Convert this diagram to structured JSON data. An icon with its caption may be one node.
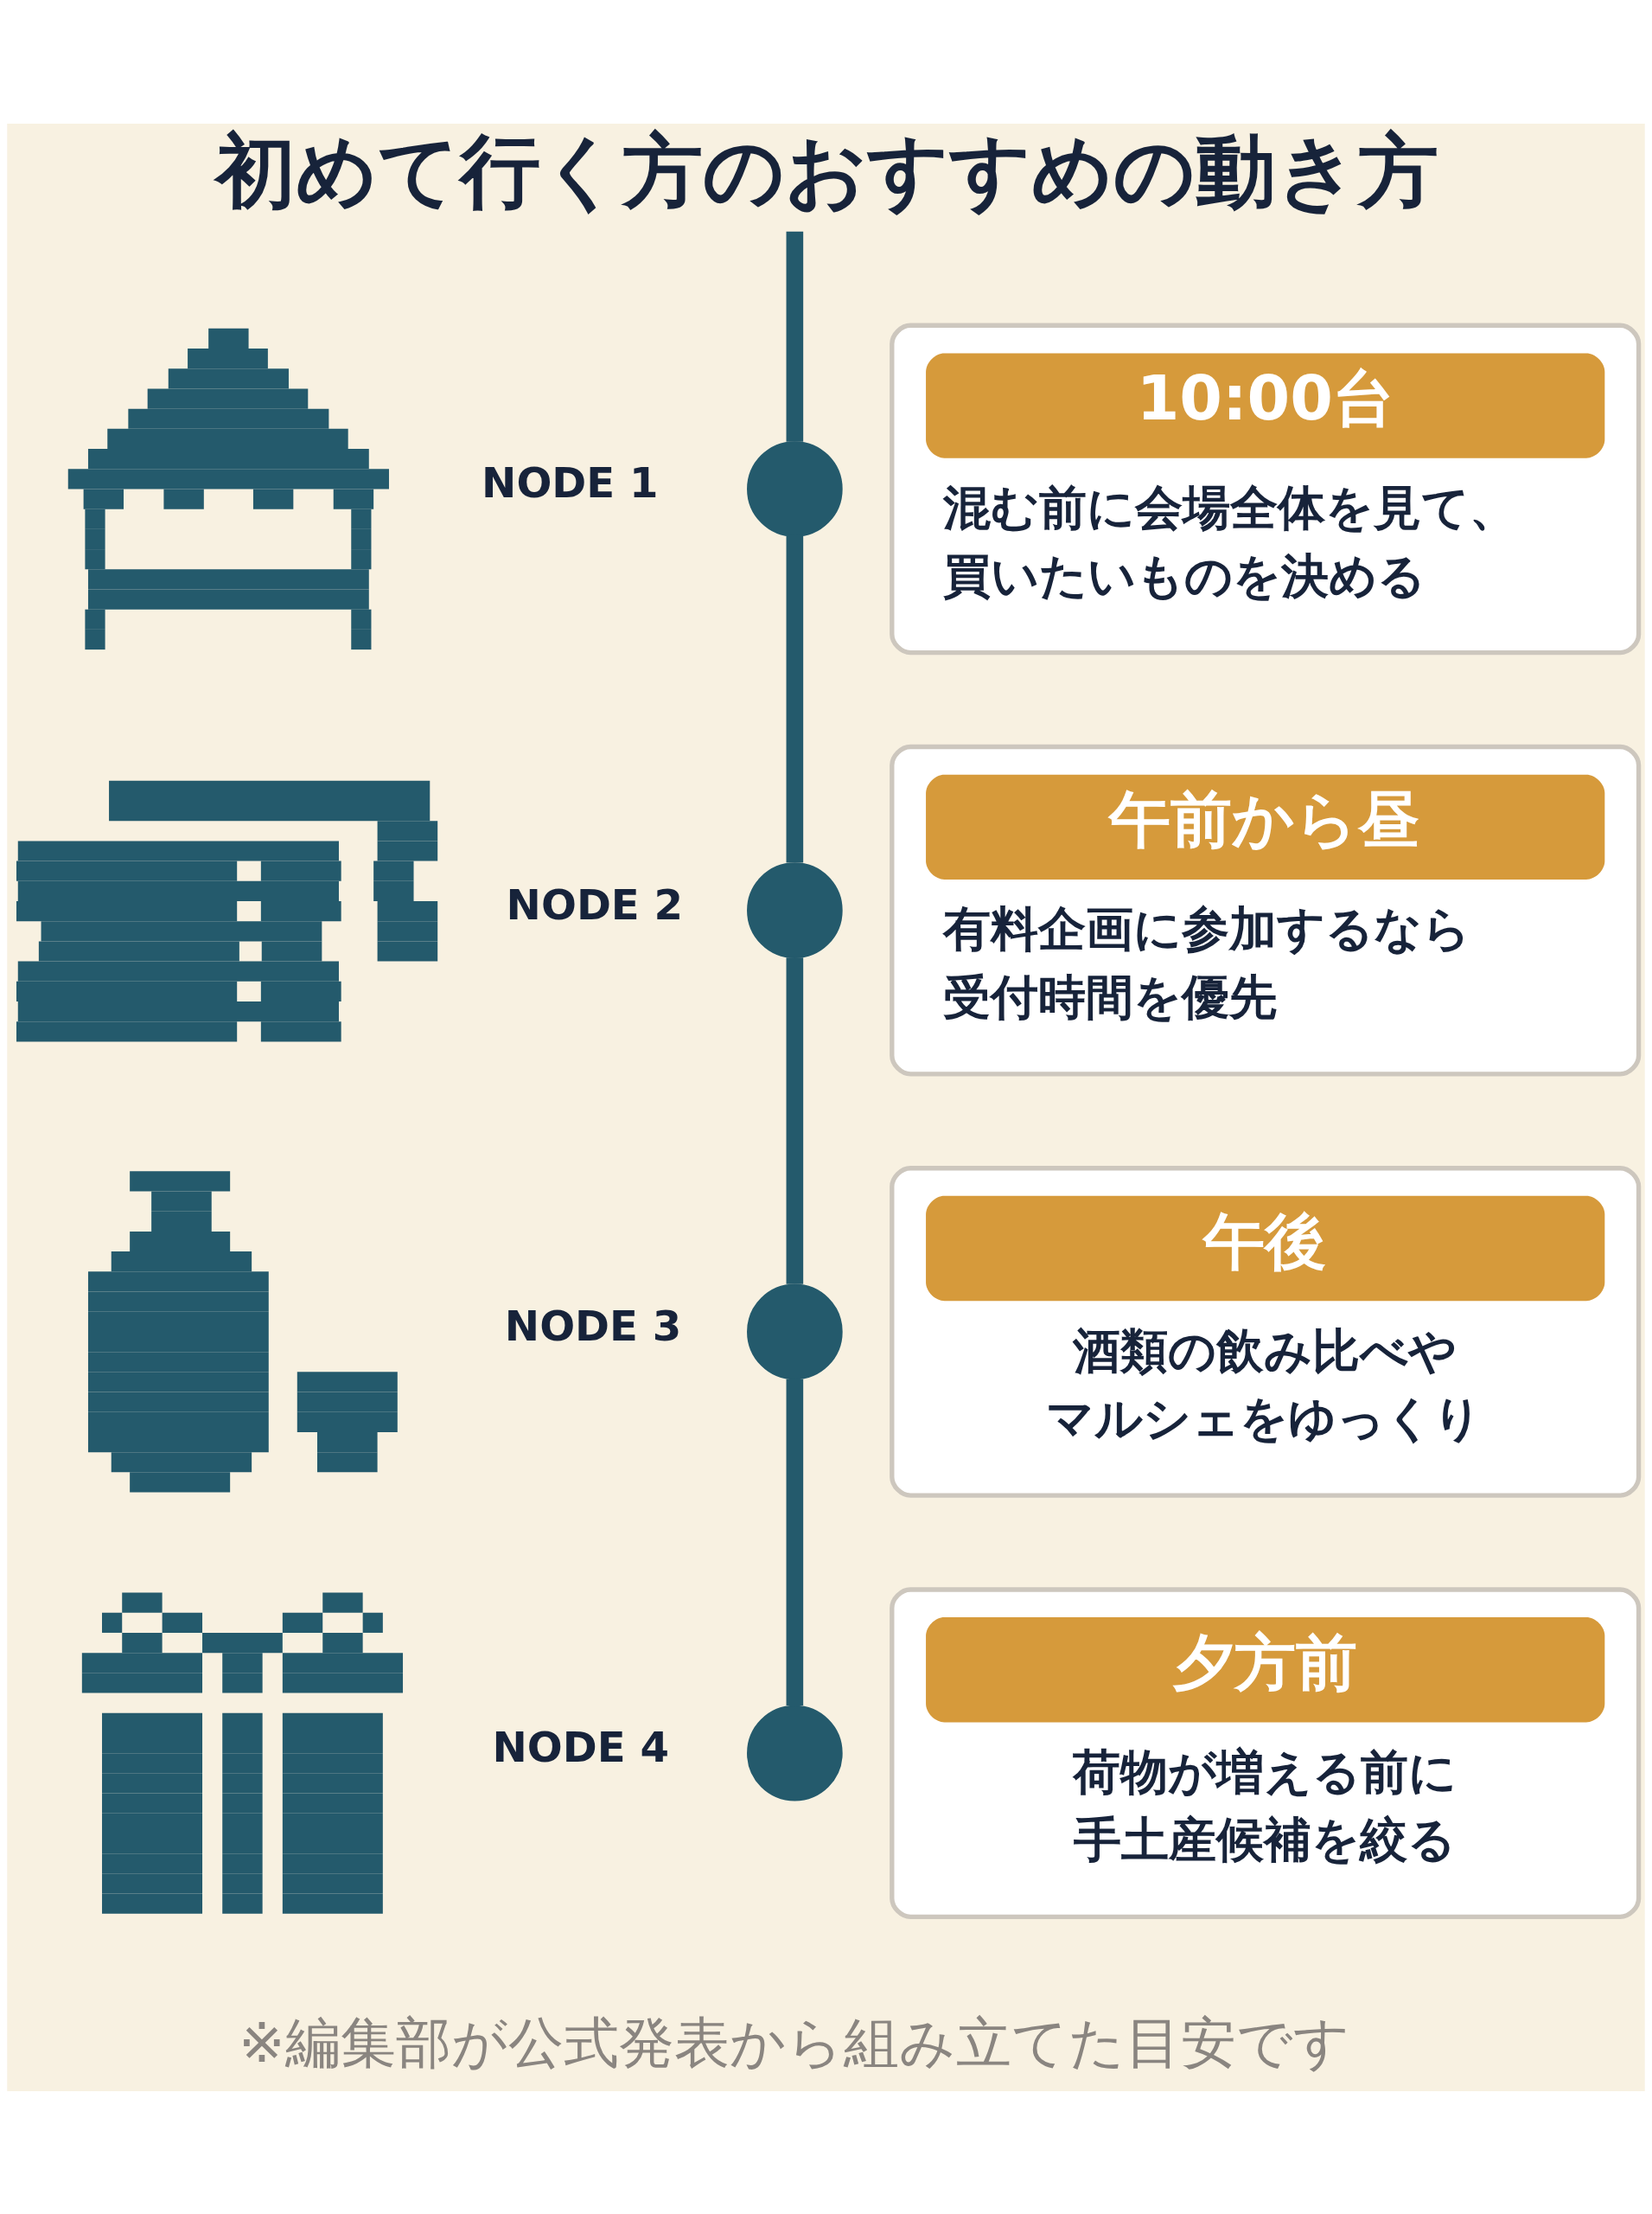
{
  "diagram": {
    "title": "初めて行く方のおすすめの動き方",
    "nodes": [
      {
        "text": [],
        "shape": "picture"
      },
      {
        "text": [],
        "shape": "circle",
        "beside": [
          "NODE 1"
        ]
      },
      {
        "text": [
          "10:00台",
          "混む前に会場全体を見て、買いたいものを決める"
        ]
      },
      {
        "text": [],
        "shape": "picture"
      },
      {
        "text": [],
        "shape": "circle",
        "beside": [
          "NODE 2"
        ]
      },
      {
        "text": [
          "午前から昼",
          "有料企画に参加するなら受付時間を優先"
        ]
      },
      {
        "text": [],
        "shape": "picture"
      },
      {
        "text": [],
        "shape": "circle",
        "beside": [
          "NODE 3"
        ]
      },
      {
        "text": [
          "午後",
          "酒類の飲み比べやマルシェをゆっくり"
        ]
      },
      {
        "text": [],
        "shape": "picture"
      },
      {
        "text": [],
        "shape": "circle",
        "beside": [
          "NODE 4"
        ]
      },
      {
        "text": [
          "夕方前",
          "荷物が増える前に手土産候補を絞る"
        ]
      }
    ],
    "edges": [
      {
        "from": null,
        "to": 1,
        "arrow": "none"
      },
      {
        "from": 1,
        "to": 4,
        "arrow": "none"
      },
      {
        "from": 4,
        "to": 7,
        "arrow": "none"
      },
      {
        "from": 7,
        "to": 10,
        "arrow": "none"
      }
    ],
    "labels": [
      "※編集部が公式発表から組み立てた目安です"
    ]
  }
}
